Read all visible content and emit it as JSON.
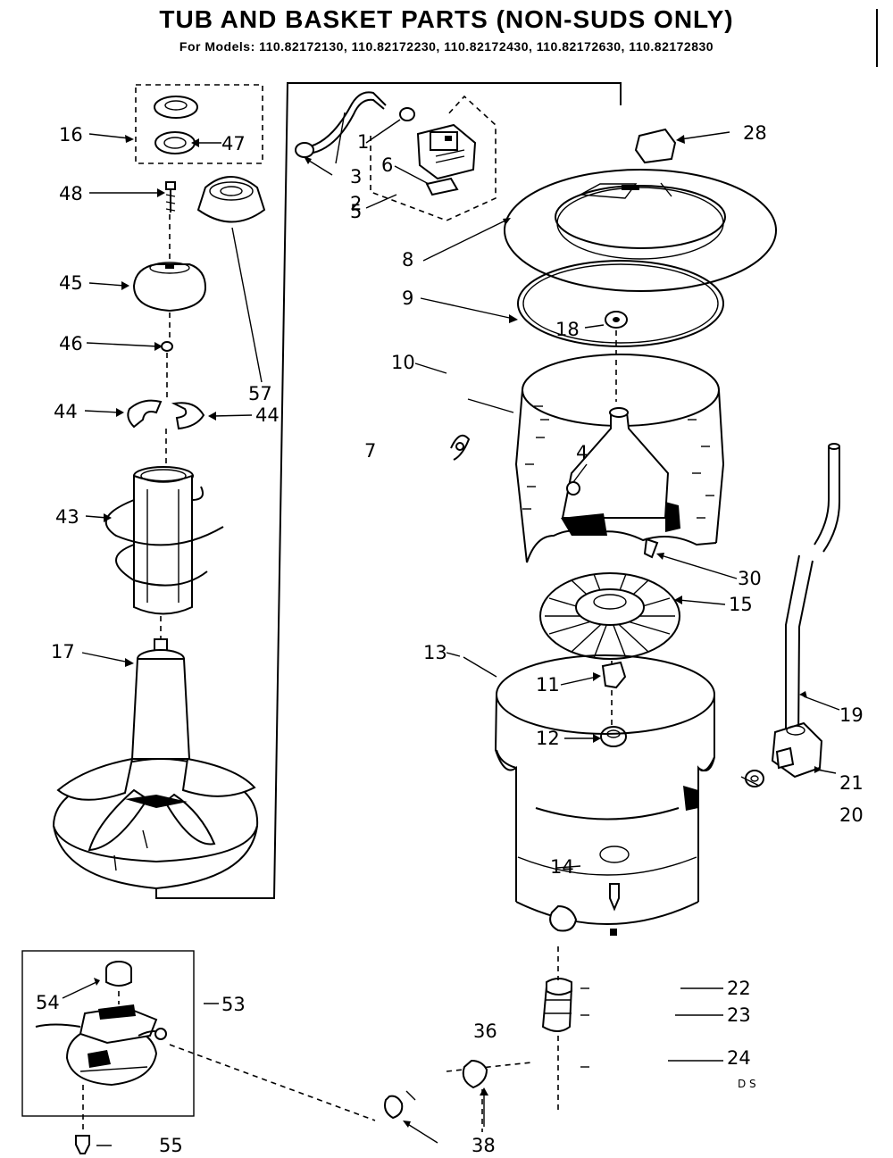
{
  "title": "TUB AND BASKET PARTS (NON-SUDS ONLY)",
  "subtitle": "For Models: 110.82172130, 110.82172230, 110.82172430, 110.82172630, 110.82172830",
  "corner_mark": "D S",
  "labels": {
    "p1": "1",
    "p2": "2",
    "p3": "3",
    "p4": "4",
    "p5": "5",
    "p6": "6",
    "p7": "7",
    "p8": "8",
    "p9": "9",
    "p10": "10",
    "p11": "11",
    "p12": "12",
    "p13": "13",
    "p14": "14",
    "p15": "15",
    "p16": "16",
    "p17": "17",
    "p18": "18",
    "p19": "19",
    "p20": "20",
    "p21": "21",
    "p22": "22",
    "p23": "23",
    "p24": "24",
    "p28": "28",
    "p30": "30",
    "p36": "36",
    "p38": "38",
    "p43": "43",
    "p44a": "44",
    "p44b": "44",
    "p45": "45",
    "p46": "46",
    "p47": "47",
    "p48": "48",
    "p53": "53",
    "p54": "54",
    "p55": "55",
    "p57": "57"
  }
}
